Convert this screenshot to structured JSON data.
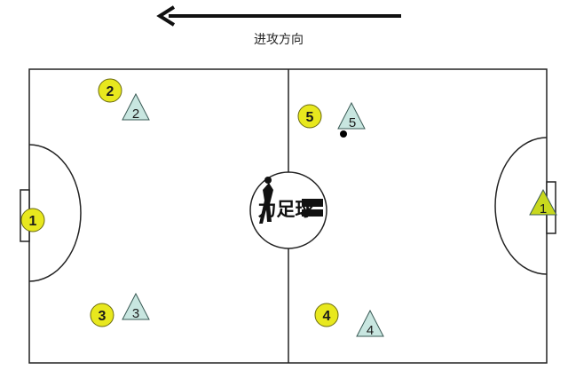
{
  "direction": {
    "label": "进攻方向",
    "arrow_icon": "left-arrow-icon"
  },
  "colors": {
    "pitch_line": "#222222",
    "circle_player_fill": "#e8e81e",
    "circle_player_stroke": "#6b6b10",
    "triangle_player_fill": "#c8e6e0",
    "triangle_player_stroke": "#3a5a55",
    "goalkeeper_triangle_fill": "#c8d81e",
    "ball": "#000000",
    "background": "#ffffff"
  },
  "team_circles": [
    {
      "number": "1",
      "role": "goalkeeper"
    },
    {
      "number": "2"
    },
    {
      "number": "3"
    },
    {
      "number": "4"
    },
    {
      "number": "5"
    }
  ],
  "team_triangles": [
    {
      "number": "1",
      "role": "goalkeeper"
    },
    {
      "number": "2"
    },
    {
      "number": "3"
    },
    {
      "number": "4"
    },
    {
      "number": "5"
    }
  ],
  "logo": {
    "icon": "futsal-logo-icon"
  }
}
